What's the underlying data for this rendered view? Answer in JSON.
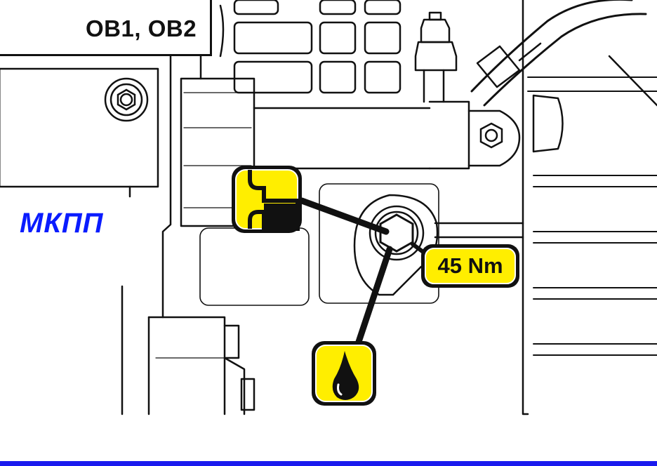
{
  "header": {
    "variant_label": "OB1, OB2",
    "icon": "transmission-icon"
  },
  "diagram": {
    "lang_label": "МКПП",
    "torque_label": "45 Nm",
    "icons": {
      "level_symbol": "fluid-level-icon",
      "oil_symbol": "oil-drop-icon",
      "bolt": "hex-bolt-icon"
    },
    "colors": {
      "callout_fill": "#ffee00",
      "lang_text": "#0a1cff",
      "bottom_bar": "#1a1aee",
      "line": "#111111"
    }
  }
}
